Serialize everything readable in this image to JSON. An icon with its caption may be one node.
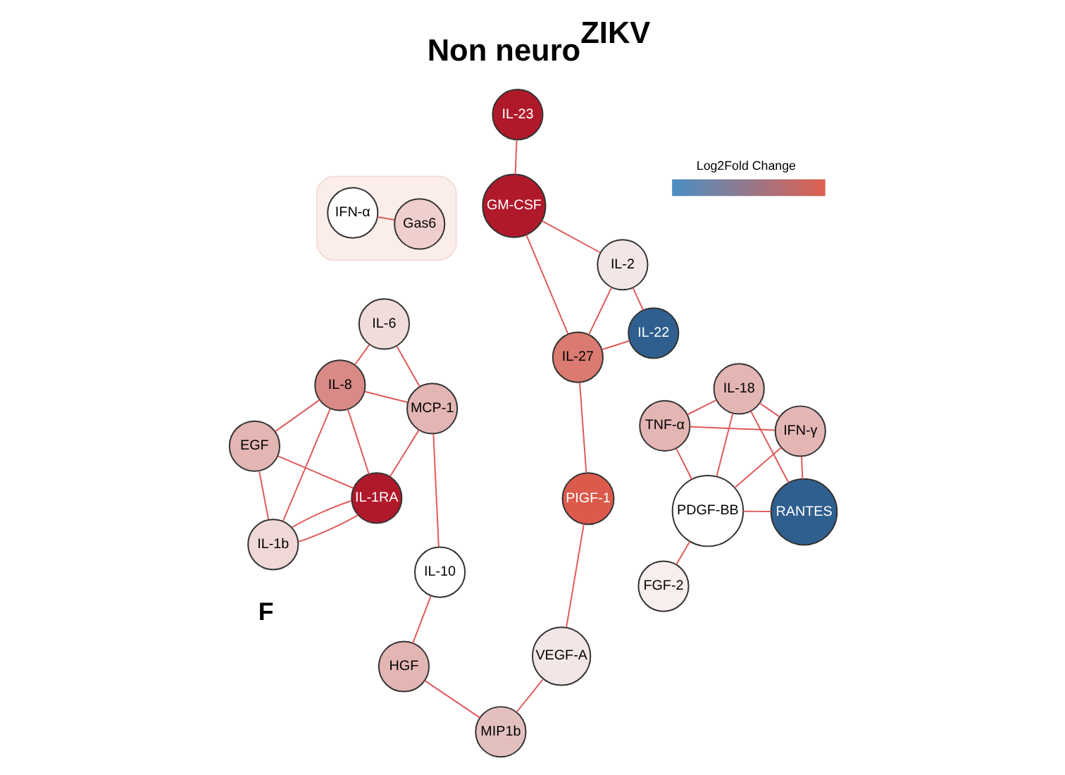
{
  "diagram": {
    "title": "Non neuro$^{ZIKV}$",
    "nodes": [
      {
        "text": [
          "FGF-2"
        ]
      },
      {
        "text": [
          "RANTES"
        ]
      },
      {
        "text": [
          "PDGF-BB"
        ]
      },
      {
        "text": [
          "IL-18"
        ]
      },
      {
        "text": [
          "IFN-γ"
        ]
      },
      {
        "text": [
          "TNF-α"
        ]
      },
      {
        "text": [],
        "shape": "ellipse"
      },
      {
        "text": [
          "IFN-α"
        ],
        "in": 6
      },
      {
        "text": [
          "Gas6"
        ],
        "in": 6
      },
      {
        "text": [
          "EGF"
        ]
      },
      {
        "text": [
          "IL-1RA"
        ]
      },
      {
        "text": [
          "IL-1b"
        ]
      },
      {
        "text": [
          "IL-8"
        ]
      },
      {
        "text": [
          "IL-6"
        ]
      },
      {
        "text": [
          "MCP-1"
        ]
      },
      {
        "text": [
          "IL-10"
        ]
      },
      {
        "text": [
          "HGF"
        ]
      },
      {
        "text": [
          "MIP1b"
        ]
      },
      {
        "text": [
          "VEGF-A"
        ]
      },
      {
        "text": [
          "PIGF-1"
        ]
      },
      {
        "text": [
          "IL-23"
        ]
      },
      {
        "text": [
          "IL-27"
        ]
      },
      {
        "text": [
          "GM-CSF"
        ]
      },
      {
        "text": [
          "IL-2"
        ]
      },
      {
        "text": [
          "IL-22"
        ]
      }
    ],
    "edges": [
      {
        "from": 0,
        "to": 2,
        "arrow": "none"
      },
      {
        "from": 1,
        "to": 2,
        "arrow": "none"
      },
      {
        "from": 1,
        "to": 3,
        "arrow": "none"
      },
      {
        "from": 1,
        "to": 4,
        "arrow": "none"
      },
      {
        "from": 2,
        "to": 3,
        "arrow": "none"
      },
      {
        "from": 2,
        "to": 4,
        "arrow": "none"
      },
      {
        "from": 2,
        "to": 5,
        "arrow": "none"
      },
      {
        "from": 3,
        "to": 4,
        "arrow": "none"
      },
      {
        "from": 3,
        "to": 5,
        "arrow": "none"
      },
      {
        "from": 4,
        "to": 5,
        "arrow": "none"
      },
      {
        "from": 7,
        "to": 8,
        "arrow": "none"
      },
      {
        "from": 9,
        "to": 11,
        "arrow": "none"
      },
      {
        "from": 9,
        "to": 10,
        "arrow": "none"
      },
      {
        "from": 9,
        "to": 12,
        "arrow": "none"
      },
      {
        "from": 10,
        "to": 11,
        "arrow": "none"
      },
      {
        "from": 10,
        "to": 11,
        "arrow": "none"
      },
      {
        "from": 10,
        "to": 12,
        "arrow": "none"
      },
      {
        "from": 11,
        "to": 12,
        "arrow": "none"
      },
      {
        "from": 10,
        "to": 14,
        "arrow": "none"
      },
      {
        "from": 12,
        "to": 14,
        "arrow": "none"
      },
      {
        "from": 12,
        "to": 13,
        "arrow": "none"
      },
      {
        "from": 13,
        "to": 14,
        "arrow": "none"
      },
      {
        "from": 14,
        "to": 15,
        "arrow": "none"
      },
      {
        "from": 15,
        "to": 16,
        "arrow": "none"
      },
      {
        "from": 16,
        "to": 17,
        "arrow": "none"
      },
      {
        "from": 17,
        "to": 18,
        "arrow": "none"
      },
      {
        "from": 18,
        "to": 19,
        "arrow": "none"
      },
      {
        "from": 19,
        "to": 21,
        "arrow": "none"
      },
      {
        "from": 21,
        "to": 22,
        "arrow": "none"
      },
      {
        "from": 21,
        "to": 23,
        "arrow": "none"
      },
      {
        "from": 21,
        "to": 24,
        "arrow": "none"
      },
      {
        "from": 22,
        "to": 20,
        "arrow": "none"
      },
      {
        "from": 22,
        "to": 23,
        "arrow": "none"
      },
      {
        "from": 23,
        "to": 24,
        "arrow": "none"
      }
    ],
    "labels": [
      "F",
      "Log2Fold Change"
    ]
  }
}
